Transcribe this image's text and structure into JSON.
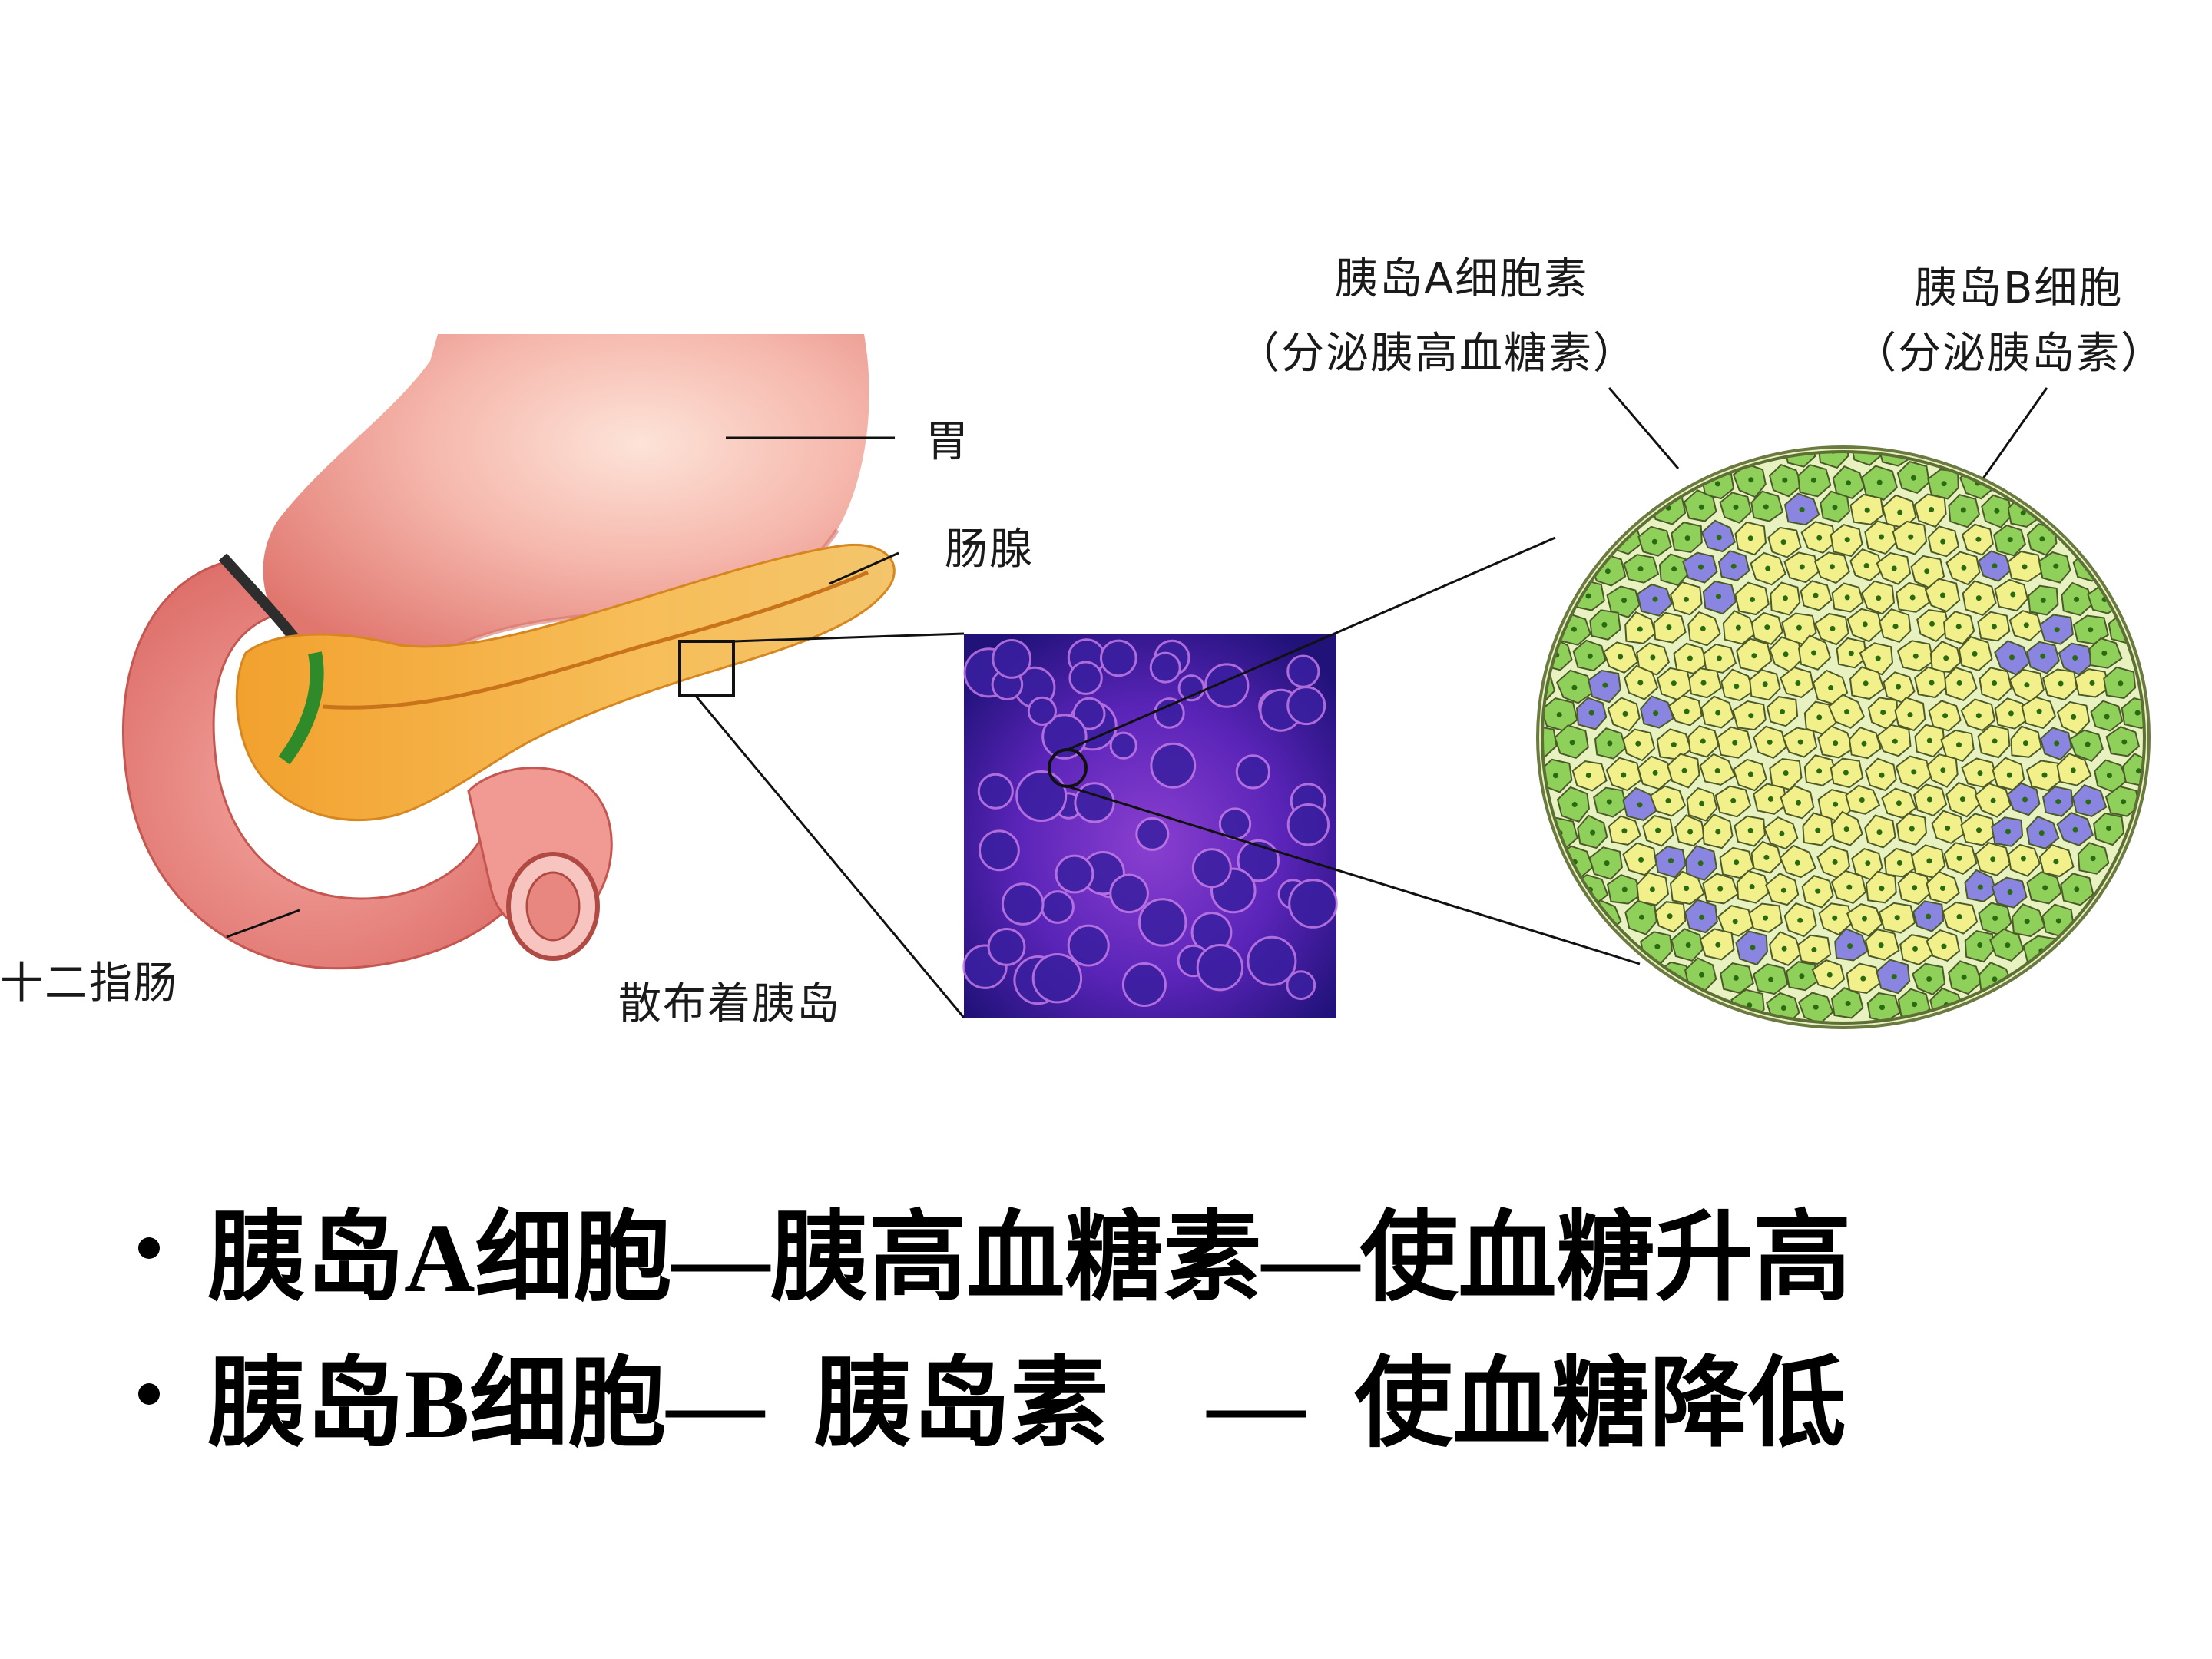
{
  "labels": {
    "stomach": "胃",
    "pancreas": "肠腺",
    "duodenum": "十二指肠",
    "islets": "散布着胰岛",
    "a_cell_title": "胰岛A细胞素",
    "a_cell_note": "（分泌胰高血糖素）",
    "b_cell_title": "胰岛B细胞",
    "b_cell_note": "（分泌胰岛素）"
  },
  "bullets": [
    "胰岛A细胞—胰高血糖素—使血糖升高",
    "胰岛B细胞—  胰岛素    —  使血糖降低"
  ],
  "colors": {
    "b_cell": "#f2f08a",
    "a_cell": "#8a85e0",
    "d_cell": "#8ed05a",
    "nucleus": "#2a6a10",
    "stomach": "#f1a6a0",
    "pancreas": "#f3b143",
    "micro_bg": "#30188a"
  }
}
